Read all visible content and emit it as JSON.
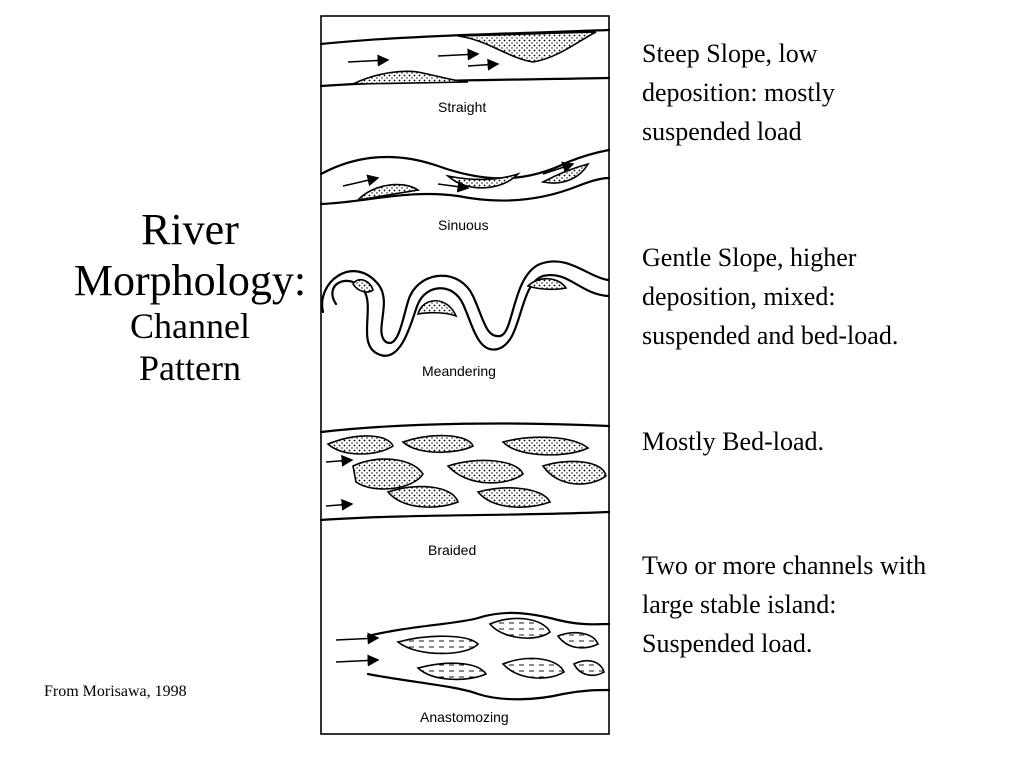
{
  "title": {
    "line1": "River",
    "line2": "Morphology:",
    "line3": "Channel",
    "line4": "Pattern"
  },
  "patterns": [
    {
      "label": "Straight"
    },
    {
      "label": "Sinuous"
    },
    {
      "label": "Meandering"
    },
    {
      "label": "Braided"
    },
    {
      "label": "Anastomozing"
    }
  ],
  "descriptions": {
    "d1": "Steep Slope, low deposition: mostly suspended load",
    "d2": "Gentle Slope, higher deposition, mixed: suspended and bed-load.",
    "d3": "Mostly Bed-load.",
    "d4": "Two or more channels with large stable island: Suspended load."
  },
  "citation": "From Morisawa, 1998"
}
